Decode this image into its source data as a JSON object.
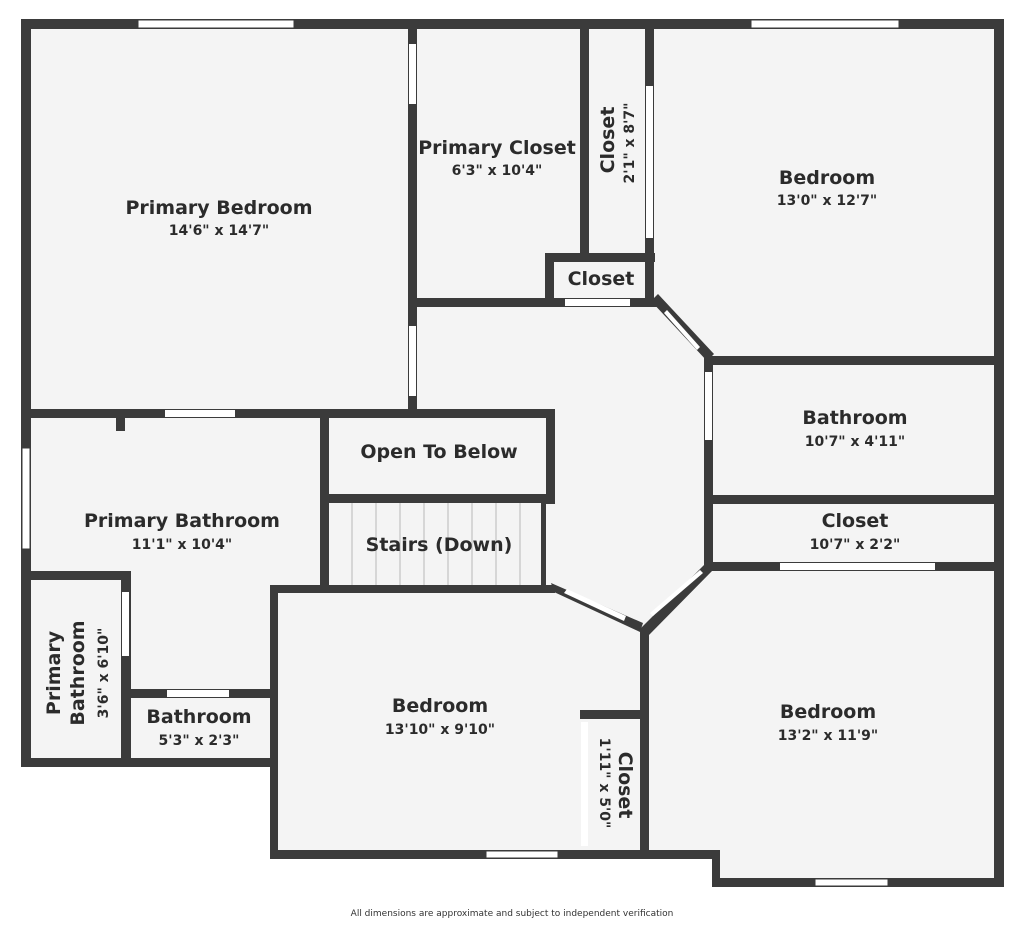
{
  "rooms": {
    "primary_bedroom": {
      "name": "Primary Bedroom",
      "dims": "14'6\" x 14'7\""
    },
    "primary_closet": {
      "name": "Primary Closet",
      "dims": "6'3\" x 10'4\""
    },
    "closet_narrow": {
      "name": "Closet",
      "dims": "2'1\" x 8'7\""
    },
    "closet_small": {
      "name": "Closet"
    },
    "bedroom_ne": {
      "name": "Bedroom",
      "dims": "13'0\" x 12'7\""
    },
    "bathroom_e": {
      "name": "Bathroom",
      "dims": "10'7\" x 4'11\""
    },
    "closet_e": {
      "name": "Closet",
      "dims": "10'7\" x 2'2\""
    },
    "open_to_below": {
      "name": "Open To Below"
    },
    "stairs": {
      "name": "Stairs (Down)"
    },
    "primary_bathroom": {
      "name": "Primary Bathroom",
      "dims": "11'1\" x 10'4\""
    },
    "primary_bathroom_small": {
      "name_line1": "Primary",
      "name_line2": "Bathroom",
      "dims": "3'6\" x 6'10\""
    },
    "bathroom_small": {
      "name": "Bathroom",
      "dims": "5'3\" x 2'3\""
    },
    "bedroom_s": {
      "name": "Bedroom",
      "dims": "13'10\" x 9'10\""
    },
    "closet_s": {
      "name": "Closet",
      "dims": "1'11\" x 5'0\""
    },
    "bedroom_se": {
      "name": "Bedroom",
      "dims": "13'2\" x 11'9\""
    }
  },
  "disclaimer": "All dimensions are approximate and subject to independent verification",
  "colors": {
    "wall": "#3b3b3b",
    "floor": "#f4f4f4",
    "text": "#2b2b2b"
  }
}
